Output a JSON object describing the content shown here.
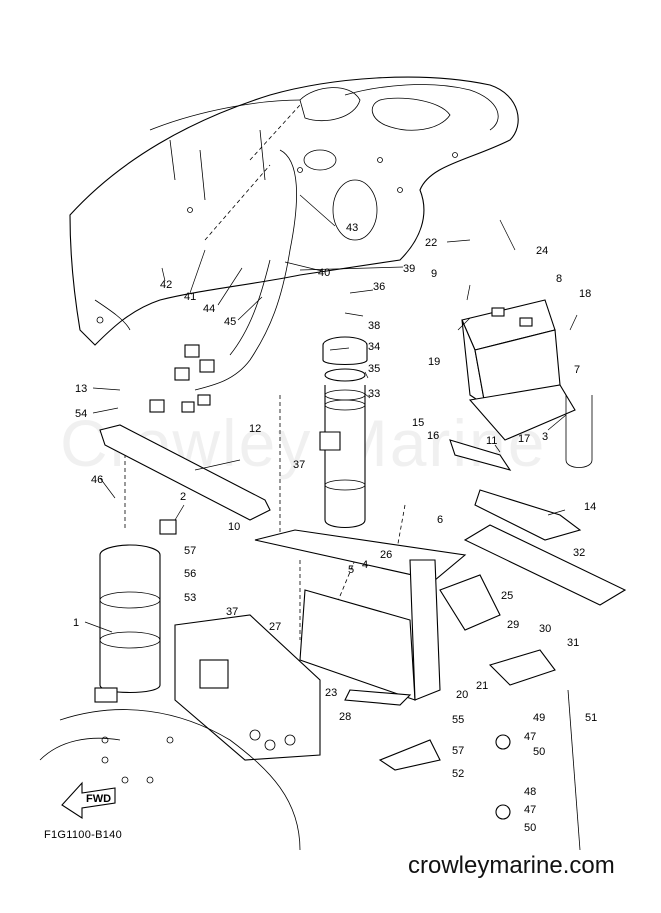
{
  "diagram_code": "F1G1100-B140",
  "brand": "crowleymarine.com",
  "watermark": "Crowley Marine",
  "fwd_label": "FWD",
  "callouts": [
    "1",
    "2",
    "3",
    "4",
    "5",
    "6",
    "7",
    "8",
    "9",
    "10",
    "11",
    "12",
    "13",
    "14",
    "15",
    "16",
    "17",
    "18",
    "19",
    "20",
    "21",
    "22",
    "23",
    "24",
    "25",
    "26",
    "27",
    "28",
    "29",
    "30",
    "31",
    "32",
    "33",
    "34",
    "35",
    "36",
    "37",
    "37",
    "38",
    "39",
    "40",
    "41",
    "42",
    "43",
    "44",
    "45",
    "46",
    "47",
    "47",
    "48",
    "49",
    "50",
    "50",
    "51",
    "52",
    "53",
    "54",
    "55",
    "56",
    "57",
    "57"
  ]
}
